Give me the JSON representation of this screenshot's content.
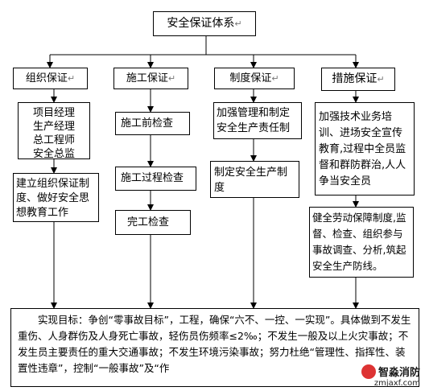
{
  "diagram": {
    "title": "安全保证体系",
    "columns": [
      {
        "header": "组织保证",
        "items": [
          "项目经理",
          "生产经理",
          "总工程师",
          "安全总监"
        ],
        "bottom": "建立组织保证制度、做好安全思想教育工作"
      },
      {
        "header": "施工保证",
        "steps": [
          "施工前检查",
          "施工过程检查",
          "完工检查"
        ]
      },
      {
        "header": "制度保证",
        "top": "加强管理和制定安全生产责任制",
        "bottom": "制定安全生产制度"
      },
      {
        "header": "措施保证",
        "top": "加强技术业务培训、进场安全宣传教育,过程中全员监督和群防群治,人人争当安全员",
        "bottom": "健全劳动保障制度,监督、检查、组织参与事故调查、分析,筑起安全生产防线。"
      }
    ],
    "goal": "实现目标：争创“零事故目标”，工程，确保“六不、一控、一实现”。具体做到不发生重伤、人身群伤及人身死亡事故，轻伤员伤频率≤2‰；不发生一般及以上火灾事故；不发生员主要责任的重大交通事故；不发生环境污染事故；努力杜绝“管理性、指挥性、装置性违章”，控制“一般事故”及“作"
  },
  "watermark": {
    "name": "智淼消防",
    "url": "zmjaxf.com"
  }
}
